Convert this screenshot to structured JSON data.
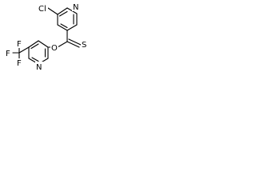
{
  "molecule": {
    "atoms": {
      "cl": "Cl",
      "n_top": "N",
      "s": "S",
      "n_bottom": "N",
      "o": "O",
      "f_top": "F",
      "f_left": "F",
      "f_bottom": "F"
    }
  }
}
